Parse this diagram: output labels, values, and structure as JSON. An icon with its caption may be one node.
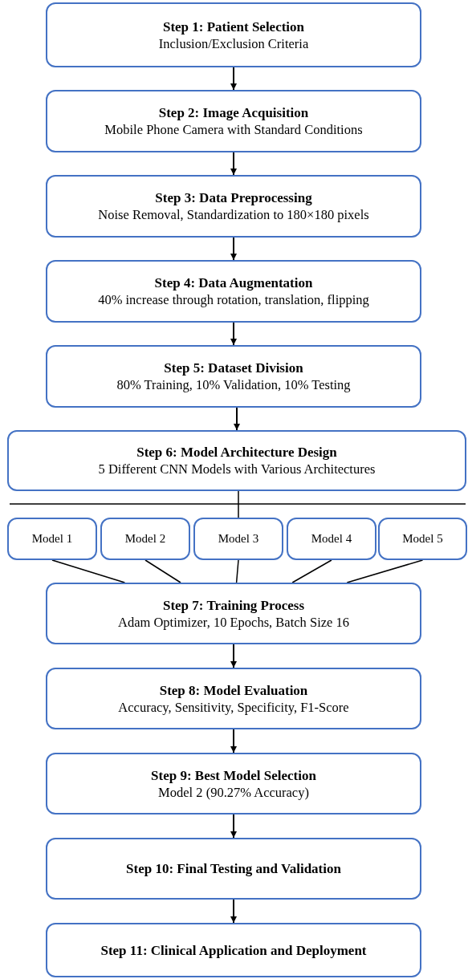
{
  "diagram": {
    "nodes": [
      {
        "text": [
          "Step 1: Patient Selection",
          "Inclusion/Exclusion Criteria"
        ]
      },
      {
        "text": [
          "Step 2: Image Acquisition",
          "Mobile Phone Camera with Standard Conditions"
        ]
      },
      {
        "text": [
          "Step 3: Data Preprocessing",
          "Noise Removal, Standardization to 180×180 pixels"
        ]
      },
      {
        "text": [
          "Step 4: Data Augmentation",
          "40% increase through rotation, translation, flipping"
        ]
      },
      {
        "text": [
          "Step 5: Dataset Division",
          "80% Training, 10% Validation, 10% Testing"
        ]
      },
      {
        "text": [
          "Step 6: Model Architecture Design",
          "5 Different CNN Models with Various Architectures"
        ]
      },
      {
        "text": [
          "Model 1"
        ]
      },
      {
        "text": [
          "Model 2"
        ]
      },
      {
        "text": [
          "Model 3"
        ]
      },
      {
        "text": [
          "Model 4"
        ]
      },
      {
        "text": [
          "Model 5"
        ]
      },
      {
        "text": [
          "Step 7: Training Process",
          "Adam Optimizer, 10 Epochs, Batch Size 16"
        ]
      },
      {
        "text": [
          "Step 8: Model Evaluation",
          "Accuracy, Sensitivity, Specificity, F1-Score"
        ]
      },
      {
        "text": [
          "Step 9: Best Model Selection",
          "Model 2 (90.27% Accuracy)"
        ]
      },
      {
        "text": [
          "Step 10: Final Testing and Validation"
        ]
      },
      {
        "text": [
          "Step 11: Clinical Application and Deployment"
        ]
      }
    ],
    "edges": [
      {
        "from": 0,
        "to": 1,
        "arrow": "to"
      },
      {
        "from": 1,
        "to": 2,
        "arrow": "to"
      },
      {
        "from": 2,
        "to": 3,
        "arrow": "to"
      },
      {
        "from": 3,
        "to": 4,
        "arrow": "to"
      },
      {
        "from": 4,
        "to": 5,
        "arrow": "to"
      },
      {
        "from": 5,
        "to": 8,
        "arrow": "none"
      },
      {
        "from": 6,
        "to": 11,
        "arrow": "none"
      },
      {
        "from": 7,
        "to": 11,
        "arrow": "none"
      },
      {
        "from": 8,
        "to": 11,
        "arrow": "none"
      },
      {
        "from": 9,
        "to": 11,
        "arrow": "none"
      },
      {
        "from": 10,
        "to": 11,
        "arrow": "none"
      },
      {
        "from": 11,
        "to": 12,
        "arrow": "to"
      },
      {
        "from": 12,
        "to": 13,
        "arrow": "to"
      },
      {
        "from": 13,
        "to": 14,
        "arrow": "to"
      },
      {
        "from": 14,
        "to": 15,
        "arrow": "to"
      }
    ]
  }
}
